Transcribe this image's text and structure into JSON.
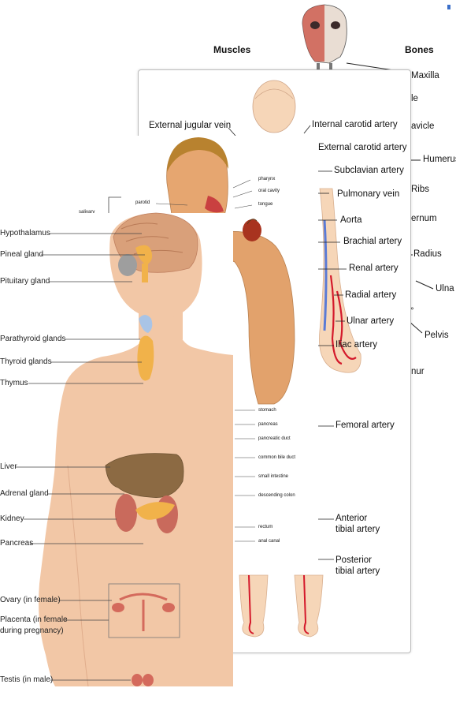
{
  "skeleton": {
    "headers": {
      "muscles": "Muscles",
      "bones": "Bones"
    },
    "bone_labels": [
      "Maxilla",
      "le",
      "avicle",
      "Humerus",
      "Ribs",
      "ernum",
      "Radius",
      "Ulna",
      "Pelvis",
      "nur"
    ]
  },
  "circulatory": {
    "labels": [
      "External jugular vein",
      "Internal carotid artery",
      "External carotid artery",
      "Subclavian artery",
      "Pulmonary vein",
      "Aorta",
      "Brachial artery",
      "Renal artery",
      "Radial artery",
      "Ulnar artery",
      "Iliac artery",
      "Femoral artery",
      "Anterior",
      "tibial artery",
      "Posterior",
      "tibial artery"
    ]
  },
  "digestive": {
    "labels": [
      "salivary",
      "parotid",
      "pharynx",
      "oral cavity",
      "tongue",
      "stomach",
      "pancreas",
      "pancreatic duct",
      "common bile duct",
      "small intestine",
      "descending colon",
      "rectum",
      "anal canal"
    ]
  },
  "endocrine": {
    "labels": [
      "Hypothalamus",
      "Pineal gland",
      "Pituitary gland",
      "Parathyroid glands",
      "Thyroid glands",
      "Thymus",
      "Liver",
      "Adrenal gland",
      "Kidney",
      "Pancreas",
      "Ovary (in female)",
      "Placenta (in female",
      "during pregnancy)",
      "Testis (in male)"
    ]
  },
  "colors": {
    "skin": "#f2c7a6",
    "artery": "#d4192b",
    "vein": "#4a6fd0",
    "liver": "#8c6a43",
    "gland": "#f1b24a",
    "kidney": "#c96a5c",
    "brain": "#d9a07a"
  }
}
